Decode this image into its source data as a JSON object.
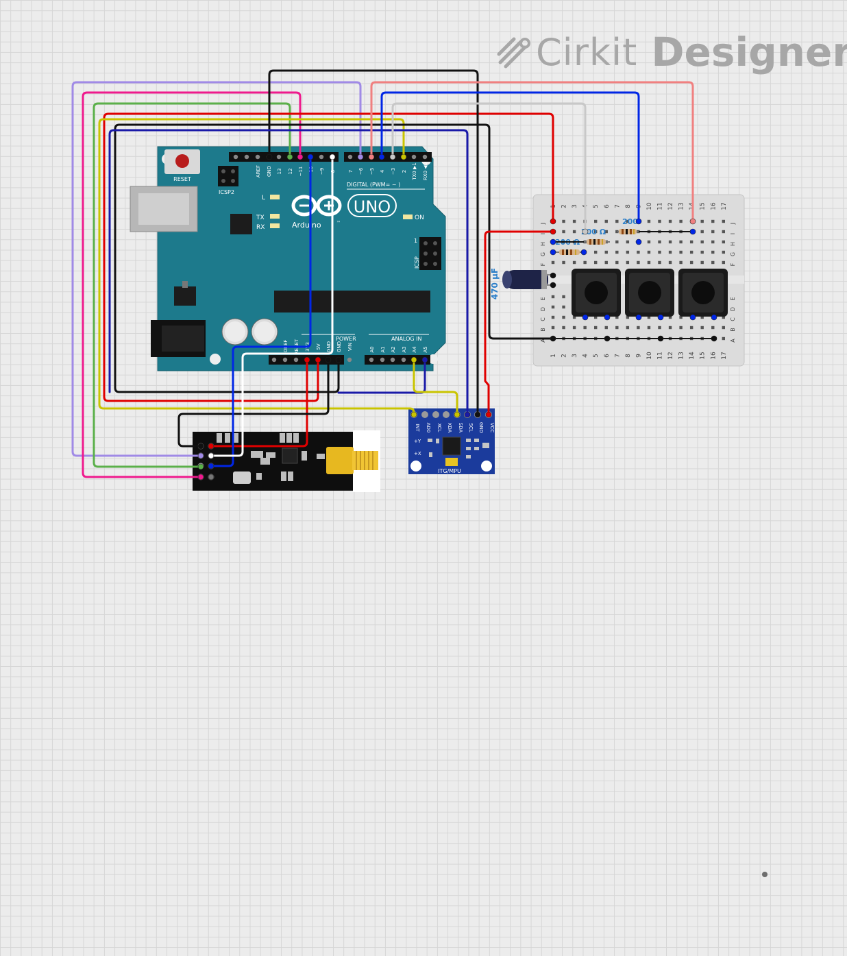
{
  "app": {
    "brand_name_light": "Cirkit",
    "brand_name_bold": "Designer"
  },
  "arduino": {
    "reset_label": "RESET",
    "icsp2_label": "ICSP2",
    "icsp_label": "ICSP",
    "icsp_pin1": "1",
    "board_name": "UNO",
    "brand_text": "Arduino",
    "tm": "™",
    "led_l": "L",
    "led_tx": "TX",
    "led_rx": "RX",
    "led_on": "ON",
    "digital_header": "DIGITAL (PWM= ~ )",
    "power_header": "POWER",
    "analog_header": "ANALOG IN",
    "digital_pins": [
      "AREF",
      "GND",
      "13",
      "12",
      "~11",
      "~10",
      "~9",
      "8",
      "7",
      "~6",
      "~5",
      "4",
      "~3",
      "2",
      "TX0 ▶1",
      "RX0 ◀0"
    ],
    "power_pins": [
      "IOREF",
      "RESET",
      "3V3",
      "5V",
      "GND",
      "GND",
      "VIN"
    ],
    "analog_pins": [
      "A0",
      "A1",
      "A2",
      "A3",
      "A4",
      "A5"
    ]
  },
  "mpu": {
    "pins": [
      "INT",
      "AD0",
      "XCL",
      "XDA",
      "SDA",
      "SCL",
      "GND",
      "VCC"
    ],
    "label": "ITG/MPU",
    "axis_y": "+Y",
    "axis_x": "+X"
  },
  "breadboard": {
    "columns": [
      "1",
      "2",
      "3",
      "4",
      "5",
      "6",
      "7",
      "8",
      "9",
      "10",
      "11",
      "12",
      "13",
      "14",
      "15",
      "16",
      "17"
    ],
    "rows_top": [
      "J",
      "I",
      "H",
      "G",
      "F"
    ],
    "rows_bottom": [
      "E",
      "D",
      "C",
      "B",
      "A"
    ]
  },
  "components": {
    "resistor_labels": [
      "200",
      "200 Ω",
      "200 Ω"
    ],
    "capacitor_label": "470 µF"
  },
  "colors": {
    "wire_black": "#111111",
    "wire_red": "#e00000",
    "wire_blue": "#0026e6",
    "wire_navy": "#1a1aa8",
    "wire_white": "#ffffff",
    "wire_green": "#5bb04a",
    "wire_yellow": "#c9c400",
    "wire_pink": "#ef1a8d",
    "wire_lavender": "#a08ae6",
    "wire_salmon": "#f08080",
    "wire_gray": "#c8c8c8",
    "arduino_board": "#1d7a8c",
    "mpu_board": "#1b3b9c"
  }
}
